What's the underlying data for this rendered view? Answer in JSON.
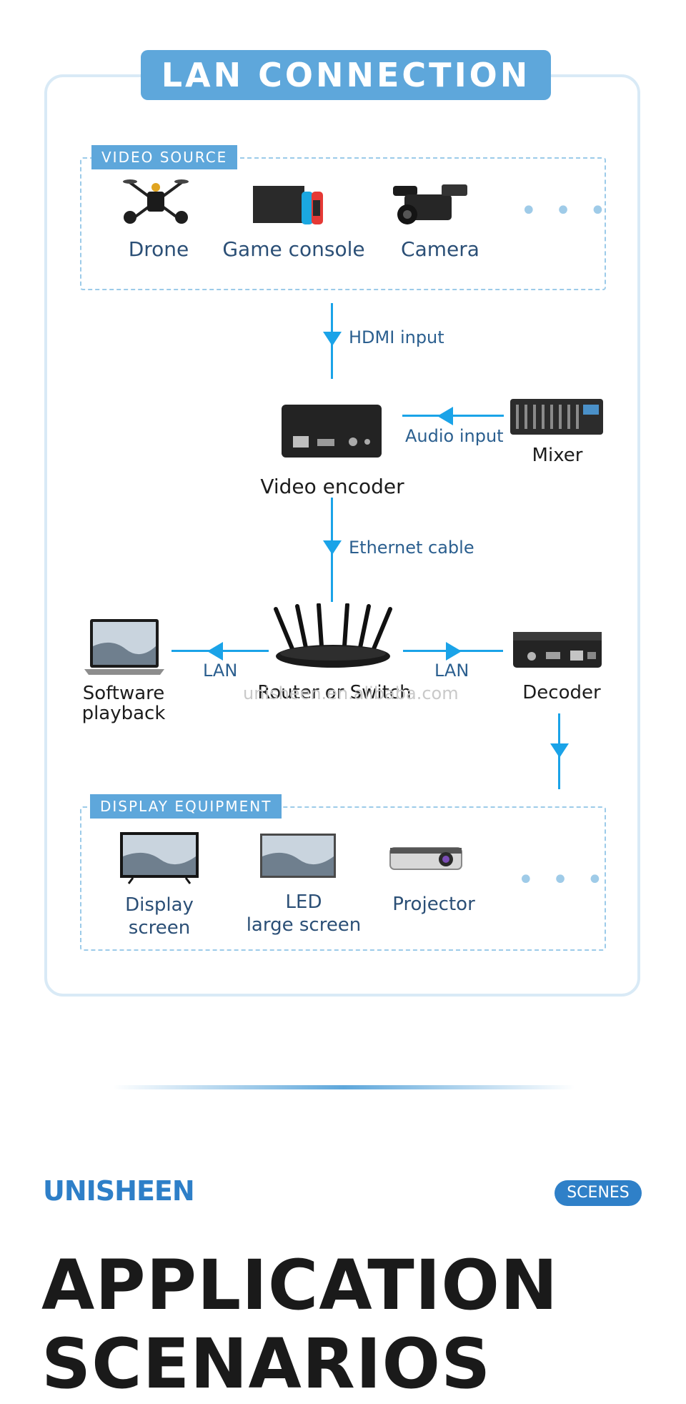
{
  "header": {
    "banner": "LAN CONNECTION"
  },
  "video_source": {
    "tag": "VIDEO SOURCE",
    "items": [
      {
        "label": "Drone",
        "icon": "drone-icon"
      },
      {
        "label": "Game console",
        "icon": "game-console-icon"
      },
      {
        "label": "Camera",
        "icon": "camera-icon"
      }
    ],
    "more": "• • •"
  },
  "edges": {
    "hdmi": "HDMI input",
    "audio": "Audio input",
    "ethernet": "Ethernet cable",
    "lan_left": "LAN",
    "lan_right": "LAN"
  },
  "nodes": {
    "encoder": "Video encoder",
    "mixer": "Mixer",
    "router": "Router or Switch",
    "software_line1": "Software",
    "software_line2": "playback",
    "decoder": "Decoder"
  },
  "display_equipment": {
    "tag": "DISPLAY EQUIPMENT",
    "items": [
      {
        "line1": "Display",
        "line2": "screen",
        "icon": "tv-icon"
      },
      {
        "line1": "LED",
        "line2": "large screen",
        "icon": "led-screen-icon"
      },
      {
        "line1": "Projector",
        "line2": "",
        "icon": "projector-icon"
      }
    ],
    "more": "• • •"
  },
  "watermark": "unisheen.en.alibaba.com",
  "footer": {
    "brand": "UNISHEEN",
    "pill": "SCENES",
    "title_line1": "APPLICATION",
    "title_line2": "SCENARIOS"
  },
  "colors": {
    "accent": "#5ea7db",
    "arrow": "#1aa3e8",
    "panel_border": "#d9eaf6"
  }
}
